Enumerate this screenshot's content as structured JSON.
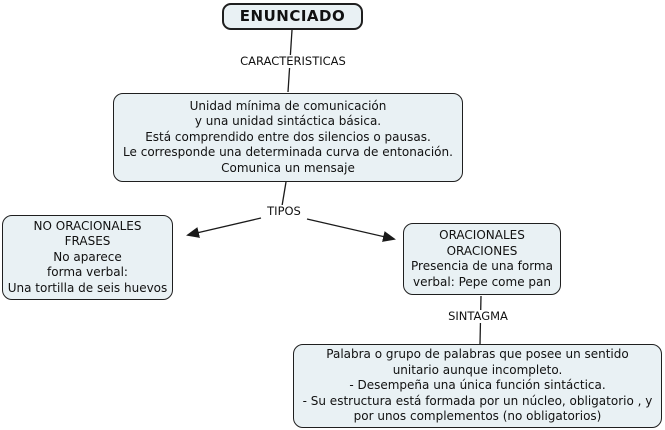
{
  "colors": {
    "background": "#ffffff",
    "node_fill": "#e9f1f4",
    "node_border": "#1f1f1f",
    "text": "#111111",
    "connector": "#1a1a1a"
  },
  "root_node": {
    "label": "ENUNCIADO"
  },
  "link_labels": {
    "caracteristicas": "CARACTERISTICAS",
    "tipos": "TIPOS",
    "sintagma": "SINTAGMA"
  },
  "nodes": {
    "caracteristicas": {
      "lines": [
        "Unidad mínima de comunicación",
        "y una unidad sintáctica básica.",
        "Está comprendido entre dos silencios o pausas.",
        "Le corresponde una determinada curva de entonación.",
        "Comunica un mensaje"
      ]
    },
    "no_oracionales": {
      "lines": [
        "NO ORACIONALES",
        "FRASES",
        "No aparece",
        "forma verbal:",
        "Una tortilla de seis huevos"
      ]
    },
    "oracionales": {
      "lines": [
        "ORACIONALES",
        "ORACIONES",
        "Presencia de una forma",
        "verbal: Pepe come pan"
      ]
    },
    "sintagma": {
      "lines": [
        "Palabra o grupo de palabras que posee un sentido",
        "unitario aunque incompleto.",
        "- Desempeña una única función sintáctica.",
        "- Su estructura está formada por un núcleo, obligatorio , y",
        "por unos complementos (no obligatorios)"
      ]
    }
  }
}
